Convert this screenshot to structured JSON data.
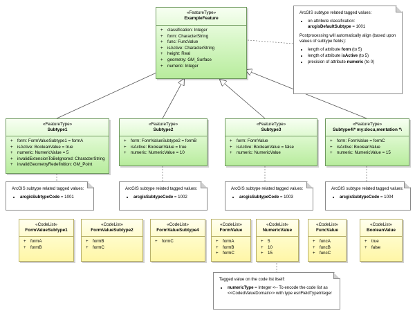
{
  "base": {
    "stereotype": "«FeatureType»",
    "name": "ExampleFeature",
    "attributes": [
      "classification: Integer",
      "form: CharacterString",
      "func: FuncValue",
      "isActive: CharacterString",
      "height: Real",
      "geometry: GM_Surface",
      "numeric: Integer"
    ]
  },
  "top_note": {
    "title": "ArcGIS subtype related tagged values:",
    "item1_prefix": "on attribute classification: ",
    "item1_bold": "arcgisDefaultSubtype",
    "item1_suffix": " = 1001",
    "para": "Postprocessing will automatically align (based upon values of subtype fields):",
    "items": [
      {
        "pre": "length of attribute ",
        "bold": "form",
        "post": " (to 5)"
      },
      {
        "pre": "length of attribute ",
        "bold": "isActive",
        "post": " (to 5)"
      },
      {
        "pre": "precision of attribute ",
        "bold": "numeric",
        "post": " (to 0)"
      }
    ]
  },
  "subtypes": [
    {
      "stereotype": "«FeatureType»",
      "name": "Subtype1",
      "attributes": [
        "form: FormValueSubtype1 = formA",
        "isActive: BooleanValue = true",
        "numeric: NumericValue = 5",
        "invalidExtensionToBeIgnored: CharacterString",
        "invalidGeometryRedefinition: GM_Point"
      ],
      "note": {
        "title": "ArcGIS subtype related tagged values:",
        "code_label": "arcgisSubtypeCode",
        "code_value": " = 1001"
      }
    },
    {
      "stereotype": "«FeatureType»",
      "name": "Subtype2",
      "attributes": [
        "form: FormValueSubtype2 = formB",
        "isActive: BooleanValue = true",
        "numeric: NumericValue = 10"
      ],
      "note": {
        "title": "ArcGIS subtype related tagged values:",
        "code_label": "arcgisSubtypeCode",
        "code_value": " = 1002"
      }
    },
    {
      "stereotype": "«FeatureType»",
      "name": "Subtype3",
      "attributes": [
        "form: FormValue",
        "isActive: BooleanValue = false",
        "numeric: NumericValue"
      ],
      "note": {
        "title": "ArcGIS subtype related tagged values:",
        "code_label": "arcgisSubtypeCode",
        "code_value": " = 1003"
      }
    },
    {
      "stereotype": "«FeatureType»",
      "name": "Subtype4\\* my:docu,mentation *\\",
      "attributes": [
        "form: FormValue = formC",
        "isActive: BooleanValue",
        "numeric: NumericValue = 15"
      ],
      "note": {
        "title": "ArcGIS subtype related tagged values:",
        "code_label": "arcgisSubtypeCode",
        "code_value": " = 1004"
      }
    }
  ],
  "codelists": [
    {
      "stereotype": "«CodeList»",
      "name": "FormValueSubtype1",
      "values": [
        "formA",
        "formB"
      ]
    },
    {
      "stereotype": "«CodeList»",
      "name": "FormValueSubtype2",
      "values": [
        "formB",
        "formC"
      ]
    },
    {
      "stereotype": "«CodeList»",
      "name": "FormValueSubtype4",
      "values": [
        "formC"
      ]
    },
    {
      "stereotype": "«CodeList»",
      "name": "FormValue",
      "values": [
        "formA",
        "formB",
        "formC"
      ]
    },
    {
      "stereotype": "«CodeList»",
      "name": "NumericValue",
      "values": [
        "5",
        "10",
        "15"
      ]
    },
    {
      "stereotype": "«CodeList»",
      "name": "FuncValue",
      "values": [
        "funcA",
        "funcB",
        "funcC"
      ]
    },
    {
      "stereotype": "«CodeList»",
      "name": "BooleanValue",
      "values": [
        "true",
        "false"
      ]
    }
  ],
  "bottom_note": {
    "title": "Tagged value on the code list itself:",
    "bold": "numericType",
    "text": " = Integer <-- To encode the code list as <<CodedValueDomain>> with type esriFieldTypeInteger"
  }
}
